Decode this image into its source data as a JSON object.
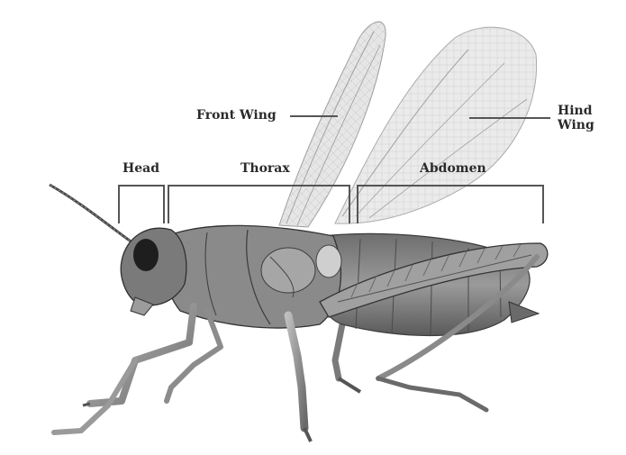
{
  "labels": {
    "front_wing": "Front Wing",
    "hind_wing_line1": "Hind",
    "hind_wing_line2": "Wing",
    "head": "Head",
    "thorax": "Thorax",
    "abdomen": "Abdomen"
  },
  "colors": {
    "bracket": "#555555",
    "label_text": "#2a2a2a",
    "body_dark": "#3a3a3a",
    "body_mid": "#7a7a7a",
    "body_light": "#b5b5b5",
    "wing_fill": "#e9e9e9",
    "wing_vein": "#b0b0b0"
  }
}
